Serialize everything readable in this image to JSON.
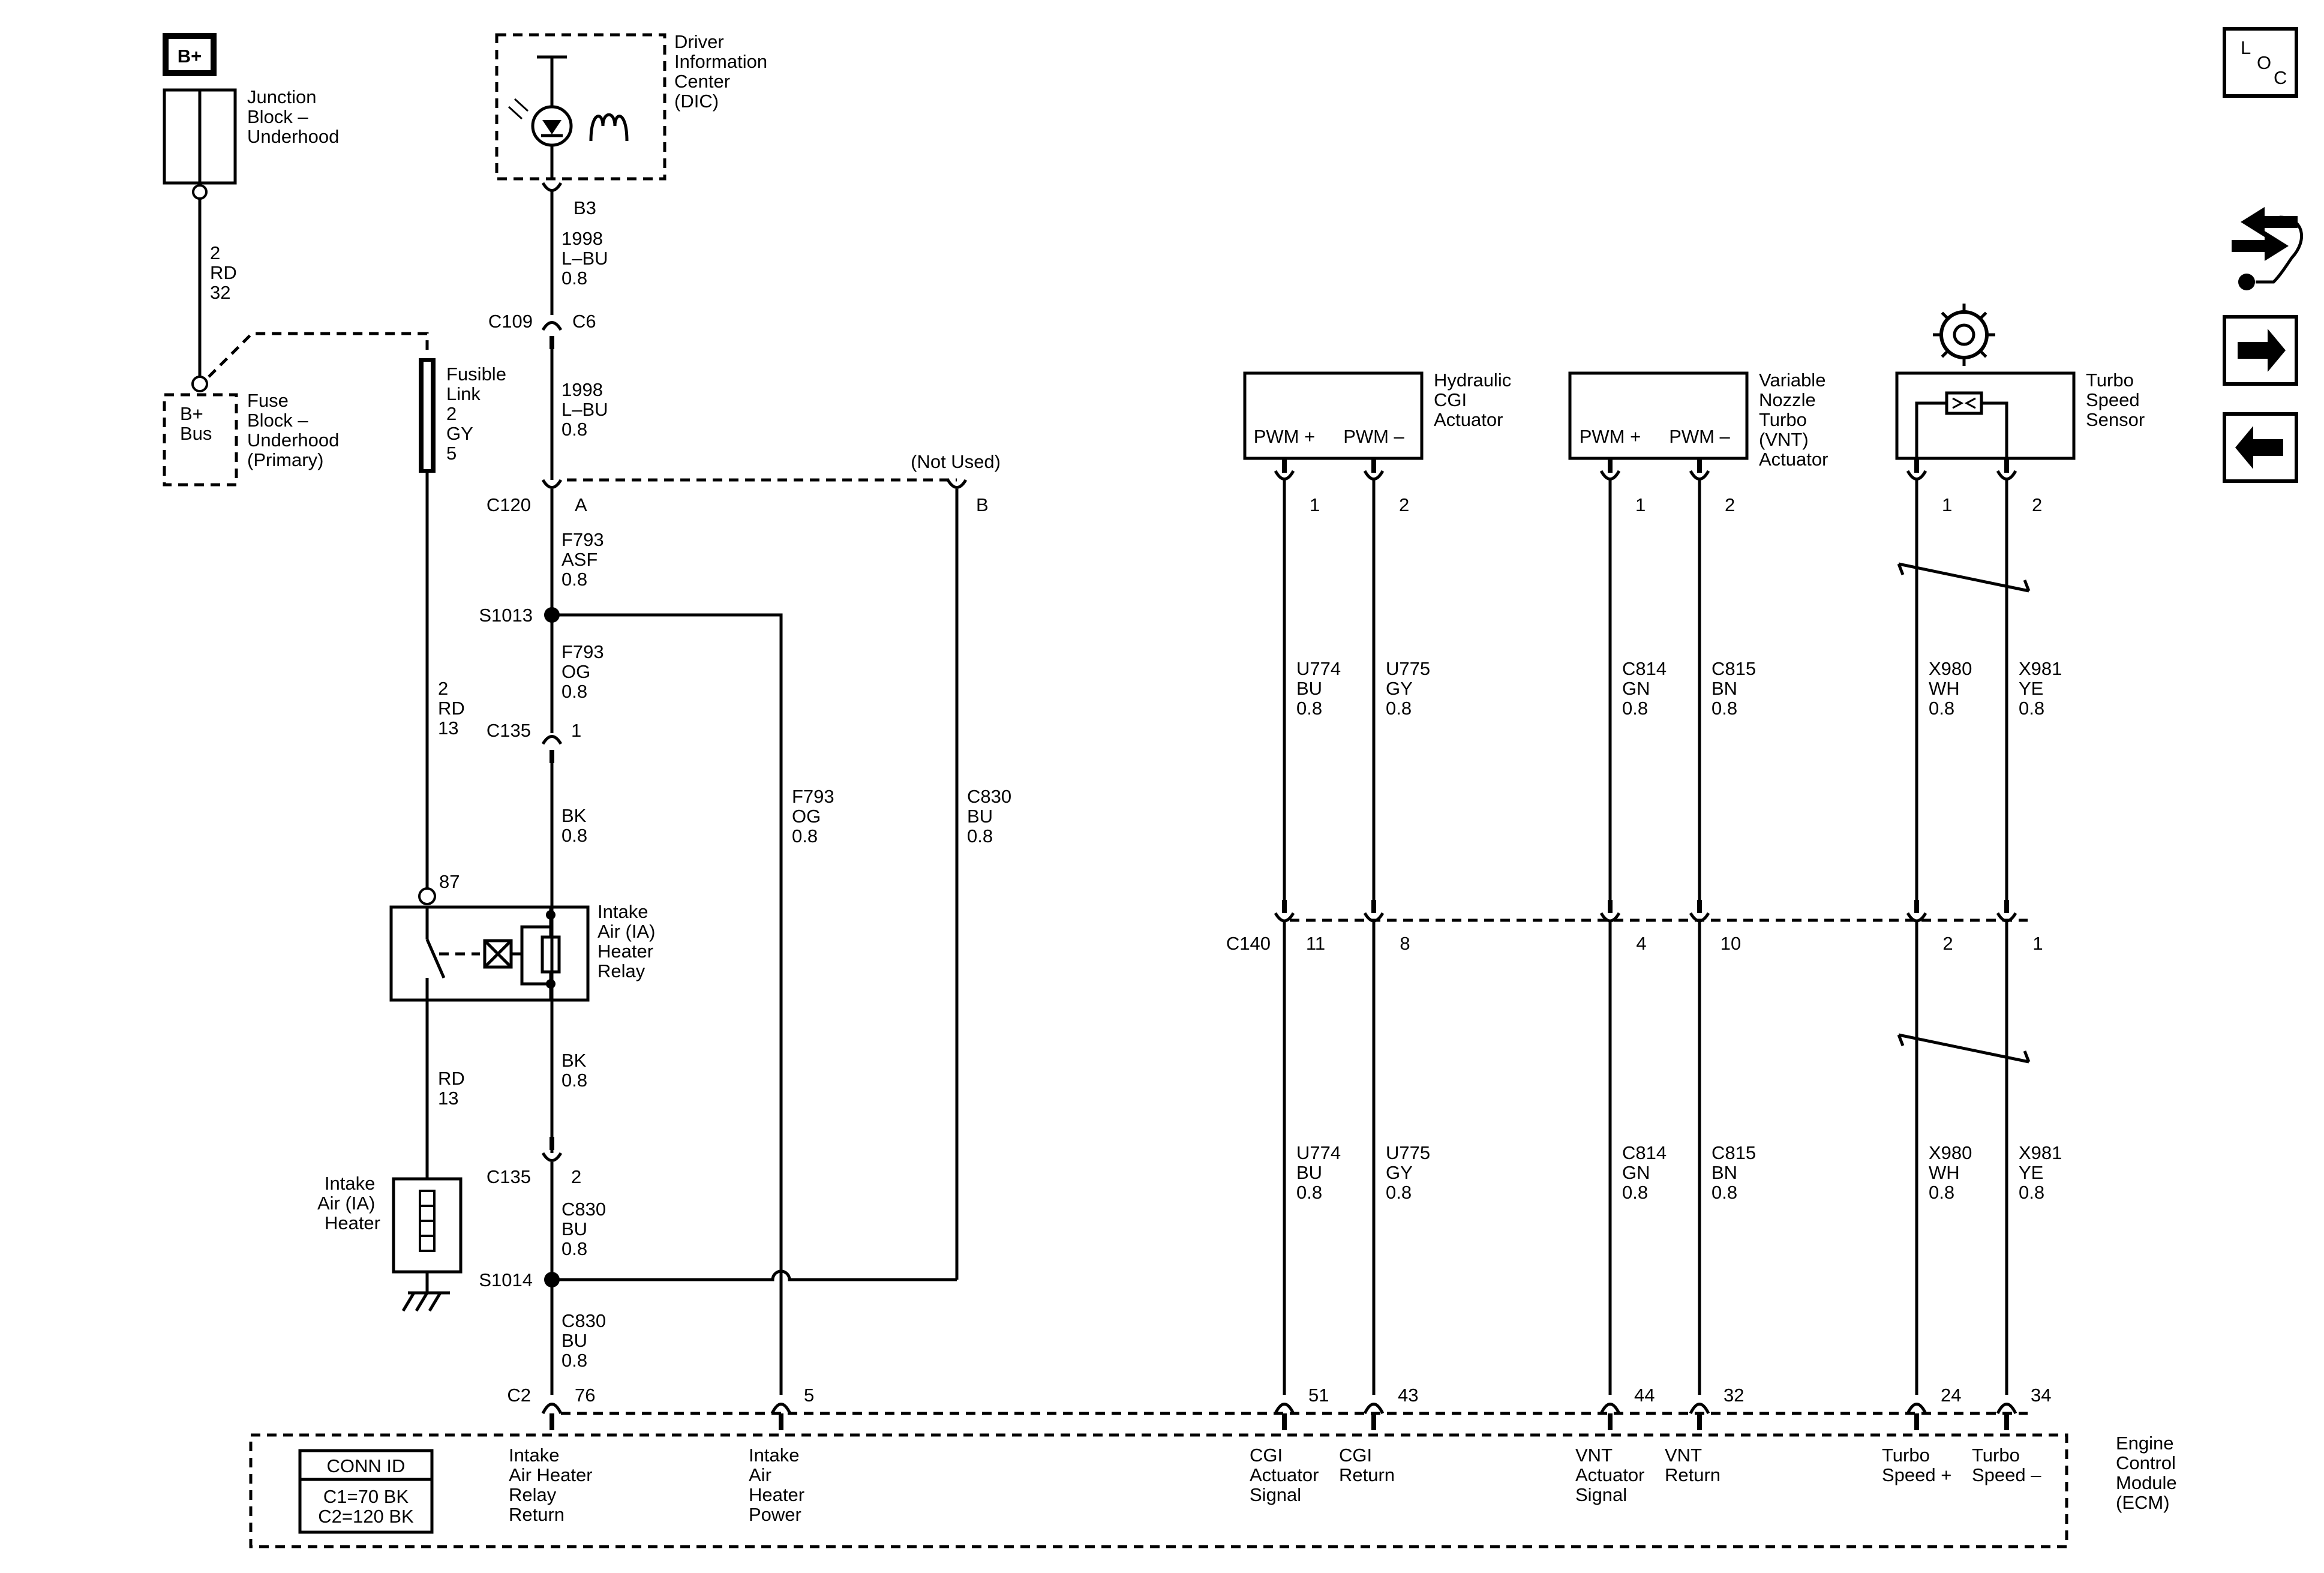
{
  "power": {
    "battery": "B+",
    "junction_block": [
      "Junction",
      "Block –",
      "Underhood"
    ],
    "wire_jb_fuse": [
      "2",
      "RD",
      "32"
    ],
    "fuse_bus": [
      "B+",
      "Bus"
    ],
    "fuse_block": [
      "Fuse",
      "Block –",
      "Underhood",
      "(Primary)"
    ],
    "fusible_link": [
      "Fusible",
      "Link",
      "2",
      "GY",
      "5"
    ],
    "wire_fusible_relay": [
      "2",
      "RD",
      "13"
    ]
  },
  "dic": {
    "name": [
      "Driver",
      "Information",
      "Center",
      "(DIC)"
    ],
    "pin": "B3",
    "wire_1": [
      "1998",
      "L–BU",
      "0.8"
    ],
    "wire_2": [
      "1998",
      "L–BU",
      "0.8"
    ]
  },
  "connectors": {
    "c109": "C109",
    "c109_pin": "C6",
    "c120": "C120",
    "c120_pin_a": "A",
    "c120_pin_b": "B",
    "not_used": "(Not Used)",
    "c135_top": "C135",
    "c135_top_pin": "1",
    "c135_bot": "C135",
    "c135_bot_pin": "2",
    "c140": "C140",
    "c2": "C2"
  },
  "splices": {
    "s1013": "S1013",
    "s1014": "S1014"
  },
  "center_wires": {
    "f793_asf": [
      "F793",
      "ASF",
      "0.8"
    ],
    "f793_og": [
      "F793",
      "OG",
      "0.8"
    ],
    "bk_1": [
      "BK",
      "0.8"
    ],
    "bk_2": [
      "BK",
      "0.8"
    ],
    "c830_1": [
      "C830",
      "BU",
      "0.8"
    ],
    "c830_2": [
      "C830",
      "BU",
      "0.8"
    ],
    "f793_branch": [
      "F793",
      "OG",
      "0.8"
    ],
    "c830_branch": [
      "C830",
      "BU",
      "0.8"
    ]
  },
  "relay": {
    "name": [
      "Intake",
      "Air (IA)",
      "Heater",
      "Relay"
    ],
    "pin_87": "87",
    "wire_out": [
      "RD",
      "13"
    ]
  },
  "heater": {
    "name": [
      "Intake",
      "Air (IA)",
      "Heater"
    ]
  },
  "components": [
    {
      "name": [
        "Hydraulic",
        "CGI",
        "Actuator"
      ],
      "pin_labels": [
        "PWM +",
        "PWM –"
      ],
      "pins": [
        "1",
        "2"
      ],
      "upper_wires": [
        [
          "U774",
          "BU",
          "0.8"
        ],
        [
          "U775",
          "GY",
          "0.8"
        ]
      ],
      "c140_pins": [
        "11",
        "8"
      ],
      "lower_wires": [
        [
          "U774",
          "BU",
          "0.8"
        ],
        [
          "U775",
          "GY",
          "0.8"
        ]
      ],
      "ecm_pins": [
        "51",
        "43"
      ],
      "ecm_labels": [
        [
          "CGI",
          "Actuator",
          "Signal"
        ],
        [
          "CGI",
          "Return"
        ]
      ]
    },
    {
      "name": [
        "Variable",
        "Nozzle",
        "Turbo",
        "(VNT)",
        "Actuator"
      ],
      "pin_labels": [
        "PWM +",
        "PWM –"
      ],
      "pins": [
        "1",
        "2"
      ],
      "upper_wires": [
        [
          "C814",
          "GN",
          "0.8"
        ],
        [
          "C815",
          "BN",
          "0.8"
        ]
      ],
      "c140_pins": [
        "4",
        "10"
      ],
      "lower_wires": [
        [
          "C814",
          "GN",
          "0.8"
        ],
        [
          "C815",
          "BN",
          "0.8"
        ]
      ],
      "ecm_pins": [
        "44",
        "32"
      ],
      "ecm_labels": [
        [
          "VNT",
          "Actuator",
          "Signal"
        ],
        [
          "VNT",
          "Return"
        ]
      ]
    },
    {
      "name": [
        "Turbo",
        "Speed",
        "Sensor"
      ],
      "pin_labels": [],
      "pins": [
        "1",
        "2"
      ],
      "upper_wires": [
        [
          "X980",
          "WH",
          "0.8"
        ],
        [
          "X981",
          "YE",
          "0.8"
        ]
      ],
      "c140_pins": [
        "2",
        "1"
      ],
      "lower_wires": [
        [
          "X980",
          "WH",
          "0.8"
        ],
        [
          "X981",
          "YE",
          "0.8"
        ]
      ],
      "ecm_pins": [
        "24",
        "34"
      ],
      "ecm_labels": [
        [
          "Turbo",
          "Speed +"
        ],
        [
          "Turbo",
          "Speed –"
        ]
      ]
    }
  ],
  "ecm": {
    "name": [
      "Engine",
      "Control",
      "Module",
      "(ECM)"
    ],
    "conn_id_title": "CONN ID",
    "conn_id": [
      "C1=70 BK",
      "C2=120 BK"
    ],
    "pins": [
      "76",
      "5"
    ],
    "labels": [
      [
        "Intake",
        "Air Heater",
        "Relay",
        "Return"
      ],
      [
        "Intake",
        "Air",
        "Heater",
        "Power"
      ]
    ]
  },
  "nav": {
    "loc_letters": [
      "L",
      "O",
      "C"
    ],
    "icons": [
      "loc-icon",
      "connector-swap-icon",
      "arrow-right-icon",
      "arrow-left-icon"
    ]
  }
}
